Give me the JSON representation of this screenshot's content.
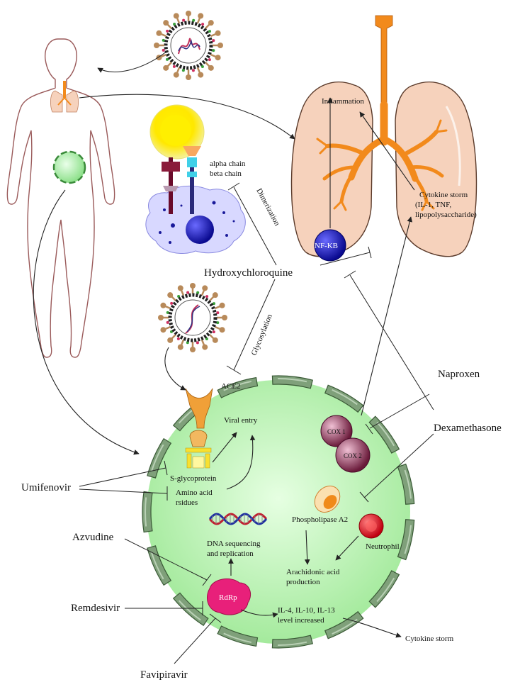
{
  "labels": {
    "inflammation": "Inflammation",
    "cytokine_storm_lung_1": "Cytokine storm",
    "cytokine_storm_lung_2": "(IL-1, TNF,",
    "cytokine_storm_lung_3": "lipopolysaccharide)",
    "nfkb": "NF-KB",
    "alpha_chain": "alpha chain",
    "beta_chain": "beta chain",
    "dimerization": "Dimerization",
    "hydroxychloroquine": "Hydroxychloroquine",
    "glycosylation": "Glycosylation",
    "ace2": "ACE2",
    "viral_entry": "Viral entry",
    "s_glycoprotein": "S-glycoprotein",
    "amino_acid_1": "Amino acid",
    "amino_acid_2": "rsidues",
    "umifenovir": "Umifenovir",
    "naproxen": "Naproxen",
    "dexamethasone": "Dexamethasone",
    "cox1": "COX 1",
    "cox2": "COX 2",
    "phospholipase": "Phospholipase A2",
    "neutrophil": "Neutrophil",
    "arachidonic_1": "Arachidonic acid",
    "arachidonic_2": "production",
    "azvudine": "Azvudine",
    "dna_1": "DNA sequencing",
    "dna_2": "and replication",
    "rdrp": "RdRp",
    "remdesivir": "Remdesivir",
    "favipiravir": "Favipiravir",
    "il_1": "IL-4, IL-10, IL-13",
    "il_2": "level increased",
    "cytokine_storm_out": "Cytokine storm"
  },
  "colors": {
    "lung": "#f6d2bc",
    "trachea": "#f28a1c",
    "cell": "#b6f2b0",
    "membrane": "#5a7a56",
    "cox": "#7a2a4a",
    "neutrophil": "#e0101a",
    "rdrp": "#e8207a",
    "nfkb": "#1a1aa0",
    "virus_spike": "#b88a5a"
  }
}
